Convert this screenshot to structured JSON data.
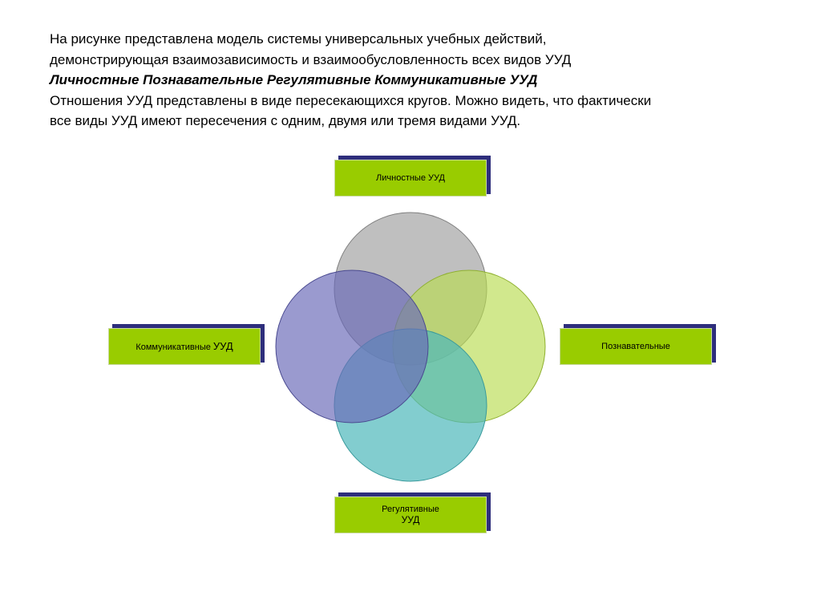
{
  "intro": {
    "line1": "На рисунке  представлена модель системы универсальных учебных действий,",
    "line2": "демонстрирующая взаимозависимость и взаимообусловленность всех видов УУД",
    "line3": "Личностные  Познавательные Регулятивные Коммуникативные  УУД",
    "line4": "Отношения УУД представлены в виде пересекающихся кругов. Можно видеть, что фактически",
    "line5": "все виды УУД имеют пересечения с одним, двумя или тремя видами УУД."
  },
  "boxes": {
    "top": "Личностные УУД",
    "left_main": "Коммуникативные ",
    "left_suffix": "УУД",
    "right": "Познавательные",
    "bottom_line1": "Регулятивные",
    "bottom_line2": "УУД"
  },
  "colors": {
    "box_fill": "#99cc00",
    "box_shadow": "#2e2e7c",
    "circle_top": "#a6a6a6",
    "circle_right": "#b8dc50",
    "circle_bottom": "#4db8bb",
    "circle_left": "#6a6ab8"
  }
}
